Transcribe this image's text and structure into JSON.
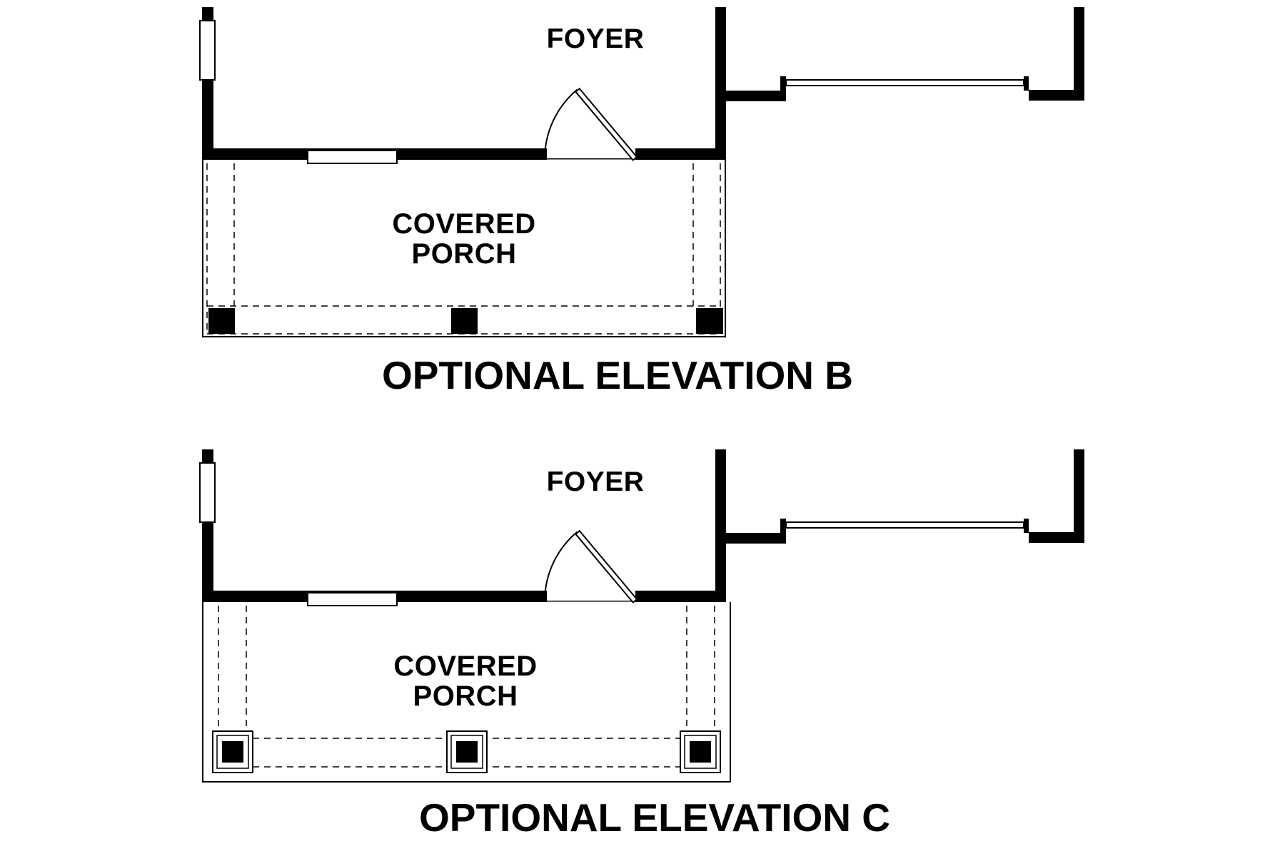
{
  "page": {
    "background": "#ffffff",
    "line_color": "#000000"
  },
  "plans": [
    {
      "name": "elevation-b",
      "room_label": "FOYER",
      "porch_label": "COVERED PORCH",
      "title": "OPTIONAL ELEVATION B",
      "post_style": "solid-square-posts",
      "post_count": 3
    },
    {
      "name": "elevation-c",
      "room_label": "FOYER",
      "porch_label": "COVERED PORCH",
      "title": "OPTIONAL ELEVATION C",
      "post_style": "boxed-square-posts",
      "post_count": 3
    }
  ]
}
